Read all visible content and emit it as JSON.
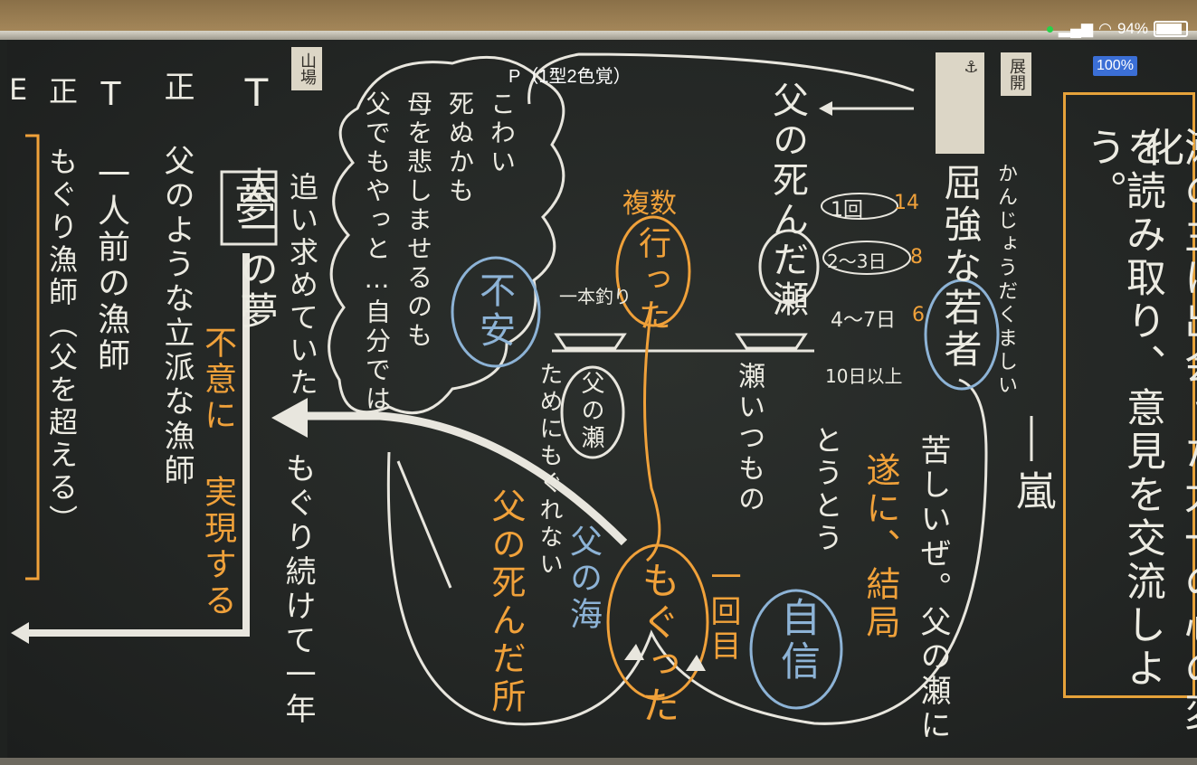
{
  "status_bar": {
    "battery": "94%",
    "battery_level": 0.94
  },
  "zoom": "100%",
  "board": {
    "p_label": "P（1型2色覚）",
    "theme": [
      "瀬の主に出会った太一の心の変化",
      "を読み取り、意見を交流しよう。"
    ],
    "cards": {
      "left": "山場",
      "right": "展開"
    },
    "right_column": {
      "heading": "父の死んだ瀬",
      "pond_list": [
        "1回",
        "2〜3日",
        "4〜7日",
        "10日以上"
      ],
      "pond_list_orange": [
        "14",
        "8",
        "6"
      ],
      "youth": "屈強な若者",
      "kanjo": "かんじょうだくましい",
      "arashi": "嵐",
      "kurushii": "苦しいぜ。父の瀬に",
      "tsuini": "遂に、結局",
      "toutou": "とうとう",
      "jishin": "自信",
      "ichinichime": "一回目"
    },
    "center": {
      "fukanji": "複数",
      "itta": "行った",
      "ippiki": "一本釣り",
      "fuan": "不安",
      "chichi_no_se": "父の瀬",
      "se_itsumo": "瀬いつもの",
      "tame_ni": "ためにもぐれない",
      "chichi_no_umi": "父の海",
      "shinda_tokoro": "父の死んだ所",
      "moguta": "もぐった",
      "thoughts": [
        "こわい",
        "死ぬかも",
        "母を悲しませるのも",
        "父でもやっと…",
        "自分では"
      ]
    },
    "left": {
      "T_taichi": "T 太一の夢",
      "yume": "夢",
      "oimotomete": "追い求めていた",
      "seigo": "正 父のような立派な漁師",
      "fusei": "不意に 実現する",
      "T_ichininmae": "T 一人前の漁師",
      "seigo2": "正 もぐり漁師（父を超える）",
      "moguri": "もぐり続けて一年",
      "edge": "E"
    }
  },
  "colors": {
    "chalk": "#ecebe2",
    "orange": "#f0a13a",
    "blue": "#8db3d6",
    "board": "#242725"
  }
}
